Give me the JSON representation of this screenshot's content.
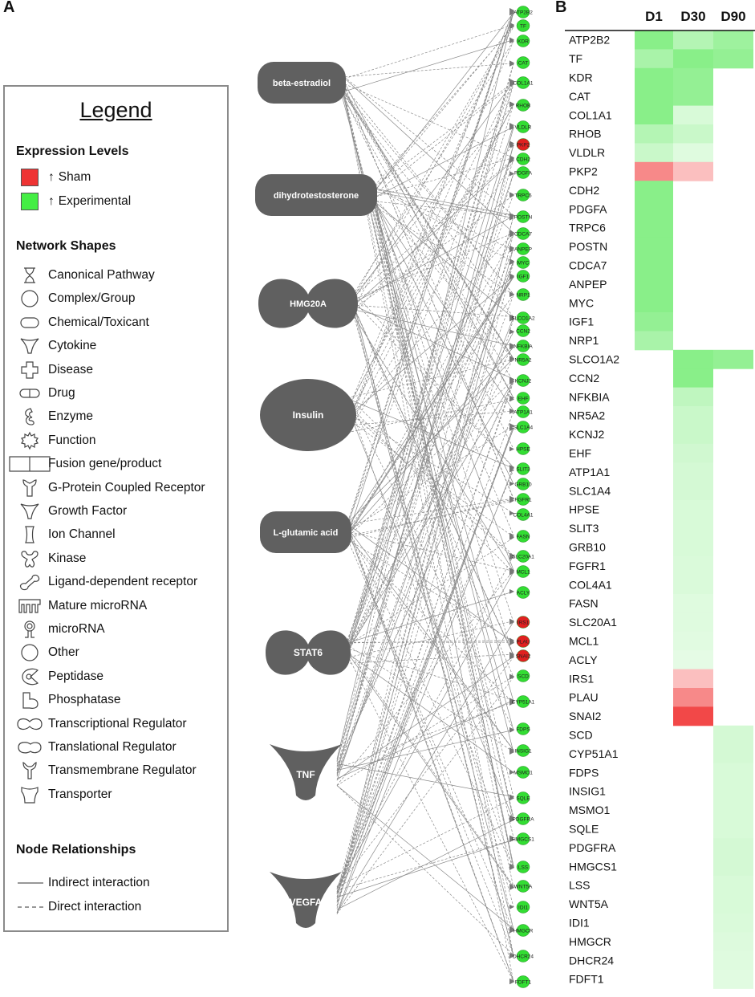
{
  "panels": {
    "a": "A",
    "b": "B"
  },
  "legend": {
    "title": "Legend",
    "expression_title": "Expression Levels",
    "expression": [
      {
        "arrow": "↑",
        "label": "Sham",
        "color": "#ee3333"
      },
      {
        "arrow": "↑",
        "label": "Experimental",
        "color": "#44ee44"
      }
    ],
    "shapes_title": "Network Shapes",
    "shapes": [
      {
        "label": "Canonical Pathway",
        "icon": "hourglass-icon"
      },
      {
        "label": "Complex/Group",
        "icon": "circle-icon"
      },
      {
        "label": "Chemical/Toxicant",
        "icon": "rounded-rect-icon"
      },
      {
        "label": "Cytokine",
        "icon": "v-shape-icon"
      },
      {
        "label": "Disease",
        "icon": "cross-icon"
      },
      {
        "label": "Drug",
        "icon": "capsule-icon"
      },
      {
        "label": "Enzyme",
        "icon": "enzyme-icon"
      },
      {
        "label": "Function",
        "icon": "gear-icon"
      },
      {
        "label": "Fusion gene/product",
        "icon": "split-rect-icon"
      },
      {
        "label": "G-Protein Coupled Receptor",
        "icon": "gpcr-icon"
      },
      {
        "label": "Growth Factor",
        "icon": "v-shape-icon"
      },
      {
        "label": "Ion Channel",
        "icon": "ion-channel-icon"
      },
      {
        "label": "Kinase",
        "icon": "kinase-icon"
      },
      {
        "label": "Ligand-dependent receptor",
        "icon": "ligand-receptor-icon"
      },
      {
        "label": "Mature microRNA",
        "icon": "mature-mirna-icon"
      },
      {
        "label": "microRNA",
        "icon": "mirna-icon"
      },
      {
        "label": "Other",
        "icon": "circle-icon"
      },
      {
        "label": "Peptidase",
        "icon": "peptidase-icon"
      },
      {
        "label": "Phosphatase",
        "icon": "phosphatase-icon"
      },
      {
        "label": "Transcriptional Regulator",
        "icon": "oval-pinched-icon"
      },
      {
        "label": "Translational Regulator",
        "icon": "translational-icon"
      },
      {
        "label": "Transmembrane Regulator",
        "icon": "transmembrane-icon"
      },
      {
        "label": "Transporter",
        "icon": "transporter-icon"
      }
    ],
    "relations_title": "Node Relationships",
    "relations": [
      {
        "label": "Indirect interaction",
        "style": "solid"
      },
      {
        "label": "Direct interaction",
        "style": "dashed"
      }
    ]
  },
  "network": {
    "hubs": [
      "beta-estradiol",
      "dihydrotestosterone",
      "HMG20A",
      "Insulin",
      "L-glutamic acid",
      "STAT6",
      "TNF",
      "VEGFA"
    ],
    "node_color_up_sham": "#e02020",
    "node_color_up_experimental": "#33dd33",
    "hub_color": "#606060"
  },
  "chart_data": {
    "type": "heatmap",
    "columns": [
      "D1",
      "D30",
      "D90"
    ],
    "scale": "+ = up in Experimental (green), - = up in Sham (red), null = blank",
    "rows": [
      {
        "gene": "ATP2B2",
        "values": [
          0.55,
          0.35,
          0.45
        ]
      },
      {
        "gene": "TF",
        "values": [
          0.4,
          0.55,
          0.5
        ]
      },
      {
        "gene": "KDR",
        "values": [
          0.55,
          0.5,
          null
        ]
      },
      {
        "gene": "CAT",
        "values": [
          0.55,
          0.5,
          null
        ]
      },
      {
        "gene": "COL1A1",
        "values": [
          0.55,
          0.18,
          null
        ]
      },
      {
        "gene": "RHOB",
        "values": [
          0.35,
          0.25,
          null
        ]
      },
      {
        "gene": "VLDLR",
        "values": [
          0.25,
          0.15,
          null
        ]
      },
      {
        "gene": "PKP2",
        "values": [
          -0.55,
          -0.3,
          null
        ]
      },
      {
        "gene": "CDH2",
        "values": [
          0.55,
          null,
          null
        ]
      },
      {
        "gene": "PDGFA",
        "values": [
          0.55,
          null,
          null
        ]
      },
      {
        "gene": "TRPC6",
        "values": [
          0.55,
          null,
          null
        ]
      },
      {
        "gene": "POSTN",
        "values": [
          0.55,
          null,
          null
        ]
      },
      {
        "gene": "CDCA7",
        "values": [
          0.55,
          null,
          null
        ]
      },
      {
        "gene": "ANPEP",
        "values": [
          0.55,
          null,
          null
        ]
      },
      {
        "gene": "MYC",
        "values": [
          0.55,
          null,
          null
        ]
      },
      {
        "gene": "IGF1",
        "values": [
          0.5,
          null,
          null
        ]
      },
      {
        "gene": "NRP1",
        "values": [
          0.4,
          null,
          null
        ]
      },
      {
        "gene": "SLCO1A2",
        "values": [
          null,
          0.55,
          0.5
        ]
      },
      {
        "gene": "CCN2",
        "values": [
          null,
          0.55,
          null
        ]
      },
      {
        "gene": "NFKBIA",
        "values": [
          null,
          0.3,
          null
        ]
      },
      {
        "gene": "NR5A2",
        "values": [
          null,
          0.25,
          null
        ]
      },
      {
        "gene": "KCNJ2",
        "values": [
          null,
          0.25,
          null
        ]
      },
      {
        "gene": "EHF",
        "values": [
          null,
          0.22,
          null
        ]
      },
      {
        "gene": "ATP1A1",
        "values": [
          null,
          0.2,
          null
        ]
      },
      {
        "gene": "SLC1A4",
        "values": [
          null,
          0.2,
          null
        ]
      },
      {
        "gene": "HPSE",
        "values": [
          null,
          0.18,
          null
        ]
      },
      {
        "gene": "SLIT3",
        "values": [
          null,
          0.18,
          null
        ]
      },
      {
        "gene": "GRB10",
        "values": [
          null,
          0.18,
          null
        ]
      },
      {
        "gene": "FGFR1",
        "values": [
          null,
          0.17,
          null
        ]
      },
      {
        "gene": "COL4A1",
        "values": [
          null,
          0.17,
          null
        ]
      },
      {
        "gene": "FASN",
        "values": [
          null,
          0.15,
          null
        ]
      },
      {
        "gene": "SLC20A1",
        "values": [
          null,
          0.15,
          null
        ]
      },
      {
        "gene": "MCL1",
        "values": [
          null,
          0.14,
          null
        ]
      },
      {
        "gene": "ACLY",
        "values": [
          null,
          0.12,
          null
        ]
      },
      {
        "gene": "IRS1",
        "values": [
          null,
          -0.3,
          null
        ]
      },
      {
        "gene": "PLAU",
        "values": [
          null,
          -0.55,
          null
        ]
      },
      {
        "gene": "SNAI2",
        "values": [
          null,
          -0.85,
          null
        ]
      },
      {
        "gene": "SCD",
        "values": [
          null,
          null,
          0.2
        ]
      },
      {
        "gene": "CYP51A1",
        "values": [
          null,
          null,
          0.2
        ]
      },
      {
        "gene": "FDPS",
        "values": [
          null,
          null,
          0.18
        ]
      },
      {
        "gene": "INSIG1",
        "values": [
          null,
          null,
          0.18
        ]
      },
      {
        "gene": "MSMO1",
        "values": [
          null,
          null,
          0.18
        ]
      },
      {
        "gene": "SQLE",
        "values": [
          null,
          null,
          0.18
        ]
      },
      {
        "gene": "PDGFRA",
        "values": [
          null,
          null,
          0.2
        ]
      },
      {
        "gene": "HMGCS1",
        "values": [
          null,
          null,
          0.2
        ]
      },
      {
        "gene": "LSS",
        "values": [
          null,
          null,
          0.18
        ]
      },
      {
        "gene": "WNT5A",
        "values": [
          null,
          null,
          0.18
        ]
      },
      {
        "gene": "IDI1",
        "values": [
          null,
          null,
          0.17
        ]
      },
      {
        "gene": "HMGCR",
        "values": [
          null,
          null,
          0.16
        ]
      },
      {
        "gene": "DHCR24",
        "values": [
          null,
          null,
          0.15
        ]
      },
      {
        "gene": "FDFT1",
        "values": [
          null,
          null,
          0.14
        ]
      }
    ]
  }
}
